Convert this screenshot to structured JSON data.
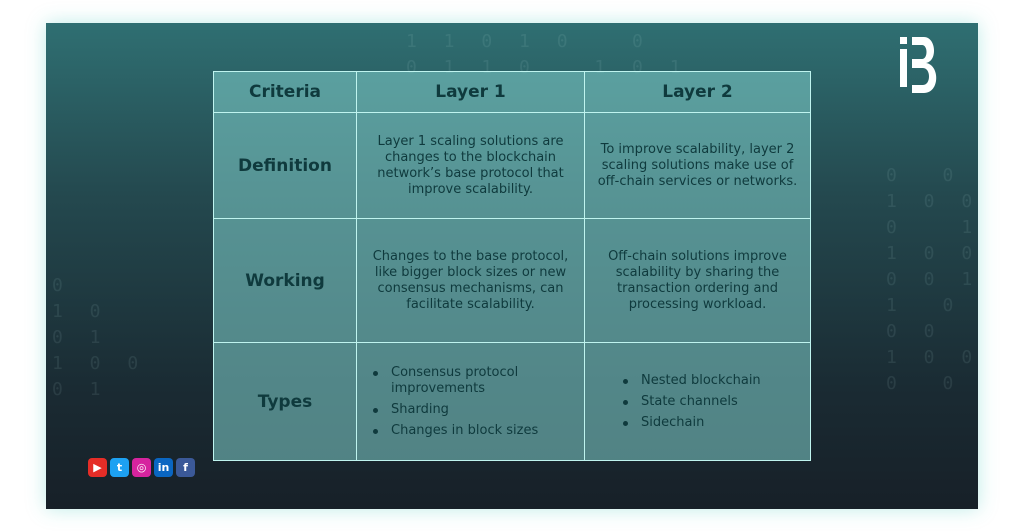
{
  "table": {
    "headers": [
      "Criteria",
      "Layer 1",
      "Layer 2"
    ],
    "rows": [
      {
        "criteria": "Definition",
        "layer1": "Layer 1 scaling solutions are changes to the blockchain network’s base protocol that improve scalability.",
        "layer2": "To improve scalability, layer 2 scaling solutions make use of off-chain services or networks."
      },
      {
        "criteria": "Working",
        "layer1": "Changes to the base protocol, like bigger block sizes or new consensus mechanisms, can facilitate scalability.",
        "layer2": "Off-chain solutions improve scalability by sharing the transaction ordering and processing workload."
      },
      {
        "criteria": "Types",
        "layer1_items": [
          "Consensus protocol improvements",
          "Sharding",
          "Changes in block sizes"
        ],
        "layer2_items": [
          "Nested blockchain",
          "State channels",
          "Sidechain"
        ]
      }
    ]
  },
  "logo": {
    "icon": "brand-b-logo"
  },
  "social": [
    {
      "icon": "youtube-icon",
      "color": "#e52d27",
      "glyph": "▶"
    },
    {
      "icon": "twitter-icon",
      "color": "#1da1f2",
      "glyph": "t"
    },
    {
      "icon": "instagram-icon",
      "color": "#d6249f",
      "glyph": "◎"
    },
    {
      "icon": "linkedin-icon",
      "color": "#0a66c2",
      "glyph": "in"
    },
    {
      "icon": "facebook-icon",
      "color": "#3b5998",
      "glyph": "f"
    }
  ],
  "colors": {
    "accent": "#bff4ef",
    "table_bg": "#82d2cd",
    "text": "#0f3a3d"
  }
}
